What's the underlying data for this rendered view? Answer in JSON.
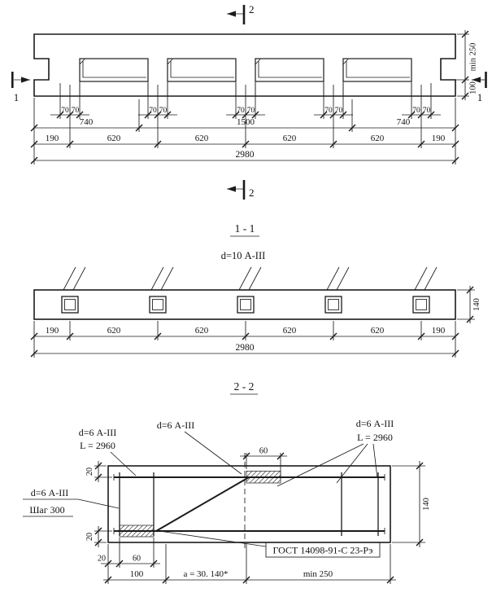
{
  "colors": {
    "ink": "#1b1b1b",
    "background": "#ffffff"
  },
  "plan": {
    "section_mark_top": "2",
    "section_mark_bottom": "2",
    "section_mark_left": "1",
    "section_mark_right": "1",
    "dim_min_250": "min 250",
    "dim_100": "100",
    "dims_70": [
      "70",
      "70",
      "70",
      "70",
      "70",
      "70",
      "70",
      "70",
      "70",
      "70"
    ],
    "dims_spacing": [
      "740",
      "1500",
      "740"
    ],
    "dims_segments": [
      "190",
      "620",
      "620",
      "620",
      "620",
      "190"
    ],
    "dim_total": "2980"
  },
  "section_1_1": {
    "title": "1 - 1",
    "rebar_label": "d=10 А-III",
    "dims_segments": [
      "190",
      "620",
      "620",
      "620",
      "620",
      "190"
    ],
    "dim_total": "2980",
    "dim_height": "140"
  },
  "section_2_2": {
    "title": "2 - 2",
    "label_left_line1": "d=6 А-III",
    "label_left_line2": "L = 2960",
    "label_mid": "d=6 А-III",
    "label_right_line1": "d=6 А-III",
    "label_right_line2": "L = 2960",
    "label_step_line1": "d=6 А-III",
    "label_step_line2": "Шаг 300",
    "label_weld": "ГОСТ 14098-91-С 23-Рэ",
    "dim_cover_top": "20",
    "dim_cover_bottom": "20",
    "dim_weld_top": "60",
    "dim_height": "140",
    "dim_20": "20",
    "dim_60": "60",
    "dim_100": "100",
    "dim_a": "a = 30. 140*",
    "dim_min_250": "min 250"
  }
}
